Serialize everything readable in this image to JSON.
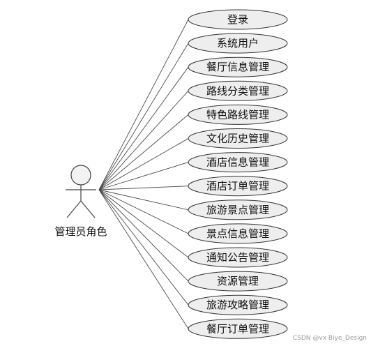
{
  "actor": {
    "name": "管理员角色"
  },
  "use_cases": [
    {
      "label": "登录"
    },
    {
      "label": "系统用户"
    },
    {
      "label": "餐厅信息管理"
    },
    {
      "label": "路线分类管理"
    },
    {
      "label": "特色路线管理"
    },
    {
      "label": "文化历史管理"
    },
    {
      "label": "酒店信息管理"
    },
    {
      "label": "酒店订单管理"
    },
    {
      "label": "旅游景点管理"
    },
    {
      "label": "景点信息管理"
    },
    {
      "label": "通知公告管理"
    },
    {
      "label": "资源管理"
    },
    {
      "label": "旅游攻略管理"
    },
    {
      "label": "餐厅订单管理"
    }
  ],
  "watermark": "CSDN @vx Biye_Design"
}
